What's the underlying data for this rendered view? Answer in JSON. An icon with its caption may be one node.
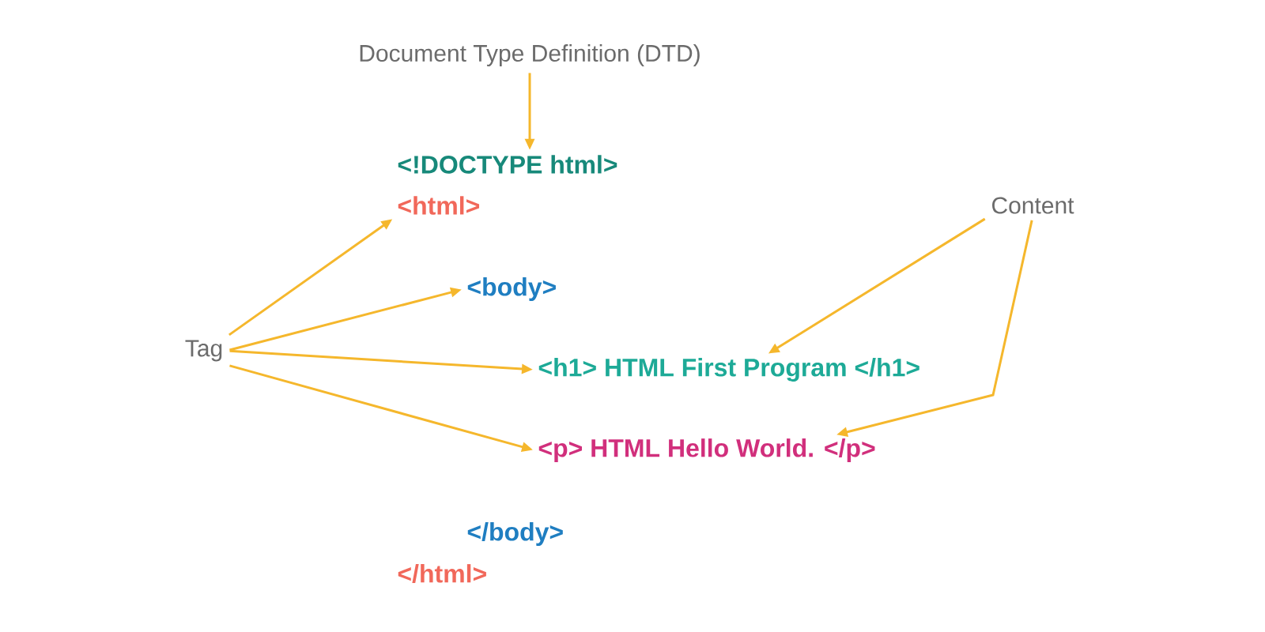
{
  "diagram": {
    "nodes": [
      {
        "text": [
          "Document Type Definition (DTD)"
        ]
      },
      {
        "text": [
          "<!DOCTYPE html>"
        ]
      },
      {
        "text": [
          "<html>"
        ]
      },
      {
        "text": [
          "<body>"
        ]
      },
      {
        "text": [
          "<h1> HTML First Program </h1>"
        ]
      },
      {
        "text": [
          "<p> HTML Hello World. </p>"
        ]
      },
      {
        "text": [
          "</body>"
        ]
      },
      {
        "text": [
          "</html>"
        ]
      },
      {
        "text": [
          "Tag"
        ]
      },
      {
        "text": [
          "Content"
        ]
      }
    ],
    "edges": [
      {
        "from": 0,
        "to": 1,
        "arrow": "to"
      },
      {
        "from": 8,
        "to": 2,
        "arrow": "to"
      },
      {
        "from": 8,
        "to": 3,
        "arrow": "to"
      },
      {
        "from": 8,
        "to": 4,
        "arrow": "to"
      },
      {
        "from": 8,
        "to": 5,
        "arrow": "to"
      },
      {
        "from": 9,
        "to": 4,
        "arrow": "to"
      },
      {
        "from": 9,
        "to": 5,
        "arrow": "to"
      }
    ]
  }
}
